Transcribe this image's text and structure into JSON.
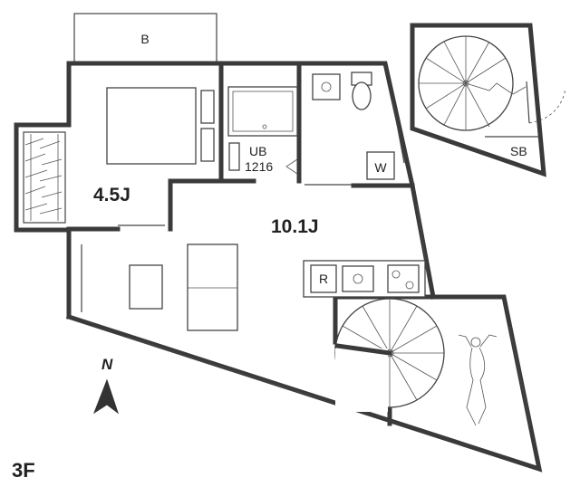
{
  "floor_label": "3F",
  "compass": {
    "north_label": "N",
    "icon": "north-arrow-icon"
  },
  "rooms": {
    "bedroom": {
      "size": "4.5J"
    },
    "living": {
      "size": "10.1J"
    },
    "bathroom": {
      "type": "UB",
      "dimension": "1216"
    },
    "balcony": {
      "label": "B"
    },
    "storage": {
      "label": "SB"
    }
  },
  "fixtures": {
    "washer": "W",
    "fridge": "R"
  }
}
